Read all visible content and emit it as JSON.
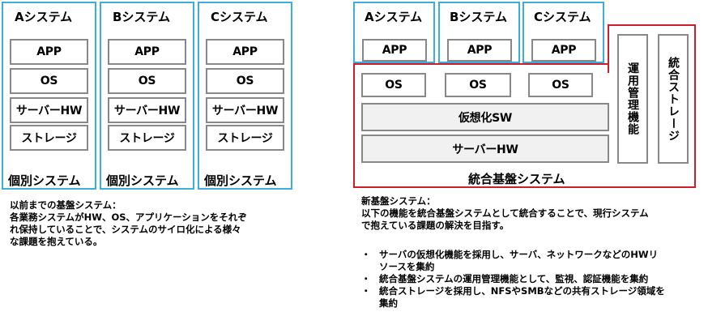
{
  "left": {
    "systems": [
      {
        "name": "Aシステム",
        "footer": "個別システム"
      },
      {
        "name": "Bシステム",
        "footer": "個別システム"
      },
      {
        "name": "Cシステム",
        "footer": "個別システム"
      }
    ],
    "layers": [
      "APP",
      "OS",
      "サーバーHW",
      "ストレージ"
    ],
    "note_lines": [
      "以前までの基盤システム：",
      "各業務システムがHW、OS、アプリケーションをそれぞ",
      "れ保持していることで、システムのサイロ化による様々",
      "な課題を抱えている。"
    ]
  },
  "right": {
    "systems": [
      {
        "name": "Aシステム",
        "app": "APP"
      },
      {
        "name": "Bシステム",
        "app": "APP"
      },
      {
        "name": "Cシステム",
        "app": "APP"
      }
    ],
    "os_labels": [
      "OS",
      "OS",
      "OS"
    ],
    "virtualization": "仮想化SW",
    "server_hw": "サーバーHW",
    "platform_label": "統合基盤システム",
    "management": "運用管理機能",
    "storage": "統合ストレージ",
    "note_lines": [
      "新基盤システム：",
      "以下の機能を統合基盤システムとして統合することで、現行システム",
      "で抱えている課題の解決を目指す。"
    ],
    "bullets": [
      "サーバの仮想化機能を採用し、サーバ、ネットワークなどのHWリ\nソースを集約",
      "統合基盤システムの運用管理機能として、監視、認証機能を集約",
      "統合ストレージを採用し、NFSやSMBなどの共有ストレージ領域を\n集約"
    ]
  },
  "colors": {
    "cyan_frame": "#3aaedc",
    "red_frame": "#cc1f2e",
    "cell_border": "#888888"
  }
}
